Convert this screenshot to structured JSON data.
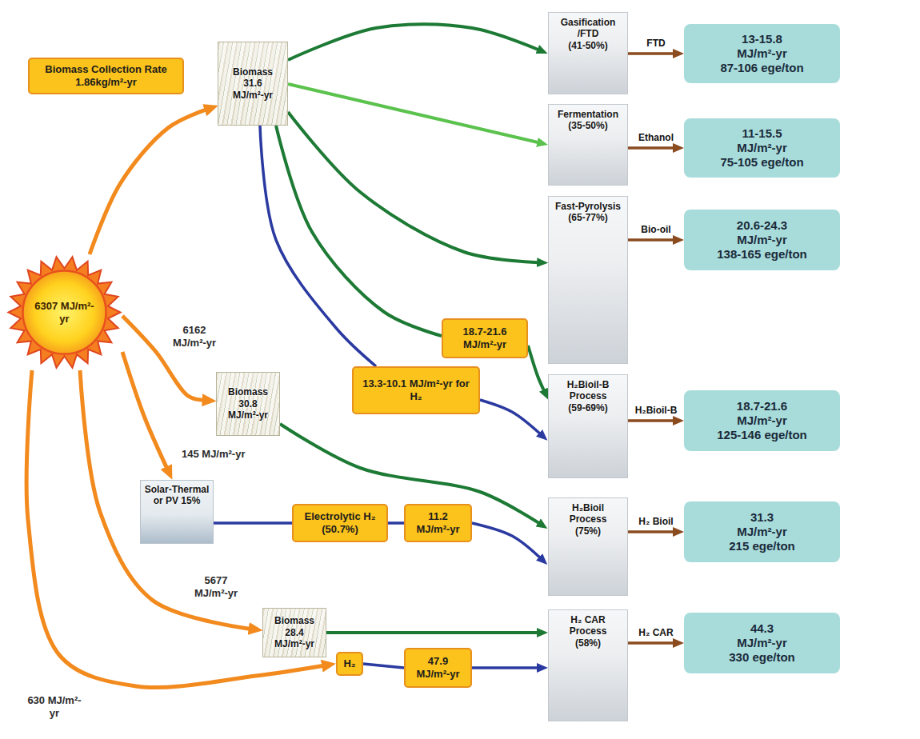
{
  "diagram": {
    "nodes": [
      {
        "text": [
          "6307 MJ/m²-yr"
        ]
      },
      {
        "text": [
          "Biomass Collection Rate",
          "1.86kg/m²-yr"
        ]
      },
      {
        "text": [
          "Biomass",
          "31.6 MJ/m²-yr"
        ]
      },
      {
        "text": [
          "Gasification /FTD",
          "(41-50%)"
        ]
      },
      {
        "text": [
          "13-15.8 MJ/m²-yr",
          "87-106 ege/ton"
        ]
      },
      {
        "text": [
          "Fermentation",
          "(35-50%)"
        ]
      },
      {
        "text": [
          "11-15.5 MJ/m²-yr",
          "75-105 ege/ton"
        ]
      },
      {
        "text": [
          "Fast-Pyrolysis",
          "(65-77%)"
        ]
      },
      {
        "text": [
          "20.6-24.3 MJ/m²-yr",
          "138-165 ege/ton"
        ]
      },
      {
        "text": [
          "18.7-21.6 MJ/m²-yr"
        ]
      },
      {
        "text": [
          "13.3-10.1 MJ/m²-yr for H₂"
        ]
      },
      {
        "text": [
          "H₂Bioil-B Process",
          "(59-69%)"
        ]
      },
      {
        "text": [
          "18.7-21.6 MJ/m²-yr",
          "125-146 ege/ton"
        ]
      },
      {
        "text": [
          "Biomass",
          "30.8 MJ/m²-yr"
        ]
      },
      {
        "text": [
          "Solar-Thermal or PV 15%"
        ]
      },
      {
        "text": [
          "Electrolytic H₂ (50.7%)"
        ]
      },
      {
        "text": [
          "11.2 MJ/m²-yr"
        ]
      },
      {
        "text": [
          "H₂Bioil Process",
          "(75%)"
        ]
      },
      {
        "text": [
          "31.3 MJ/m²-yr",
          "215 ege/ton"
        ]
      },
      {
        "text": [
          "Biomass",
          "28.4 MJ/m²-yr"
        ]
      },
      {
        "text": [
          "H₂"
        ]
      },
      {
        "text": [
          "47.9 MJ/m²-yr"
        ]
      },
      {
        "text": [
          "H₂ CAR Process",
          "(58%)"
        ]
      },
      {
        "text": [
          "44.3 MJ/m²-yr",
          "330 ege/ton"
        ]
      }
    ],
    "edges": [
      {
        "from": 0,
        "to": 2,
        "arrow": "to"
      },
      {
        "from": 0,
        "to": 13,
        "label": "6162 MJ/m²-yr",
        "arrow": "to"
      },
      {
        "from": 0,
        "to": 14,
        "label": "145 MJ/m²-yr",
        "arrow": "to"
      },
      {
        "from": 0,
        "to": 19,
        "label": "5677 MJ/m²-yr",
        "arrow": "to"
      },
      {
        "from": 0,
        "to": 20,
        "label": "630 MJ/m²-yr",
        "arrow": "to"
      },
      {
        "from": 2,
        "to": 3,
        "arrow": "to"
      },
      {
        "from": 2,
        "to": 5,
        "arrow": "to"
      },
      {
        "from": 2,
        "to": 7,
        "arrow": "to"
      },
      {
        "from": 2,
        "to": 9,
        "arrow": "none"
      },
      {
        "from": 9,
        "to": 11,
        "arrow": "to"
      },
      {
        "from": 2,
        "to": 10,
        "arrow": "none"
      },
      {
        "from": 10,
        "to": 11,
        "arrow": "to"
      },
      {
        "from": 3,
        "to": 4,
        "label": "FTD",
        "arrow": "to"
      },
      {
        "from": 5,
        "to": 6,
        "label": "Ethanol",
        "arrow": "to"
      },
      {
        "from": 7,
        "to": 8,
        "label": "Bio-oil",
        "arrow": "to"
      },
      {
        "from": 11,
        "to": 12,
        "label": "H₂Bioil-B",
        "arrow": "to"
      },
      {
        "from": 13,
        "to": 17,
        "arrow": "to"
      },
      {
        "from": 14,
        "to": 15,
        "arrow": "none"
      },
      {
        "from": 15,
        "to": 16,
        "arrow": "none"
      },
      {
        "from": 16,
        "to": 17,
        "arrow": "to"
      },
      {
        "from": 17,
        "to": 18,
        "label": "H₂ Bioil",
        "arrow": "to"
      },
      {
        "from": 19,
        "to": 22,
        "arrow": "to"
      },
      {
        "from": 20,
        "to": 21,
        "arrow": "none"
      },
      {
        "from": 21,
        "to": 22,
        "arrow": "to"
      },
      {
        "from": 22,
        "to": 23,
        "label": "H₂ CAR",
        "arrow": "to"
      }
    ]
  }
}
